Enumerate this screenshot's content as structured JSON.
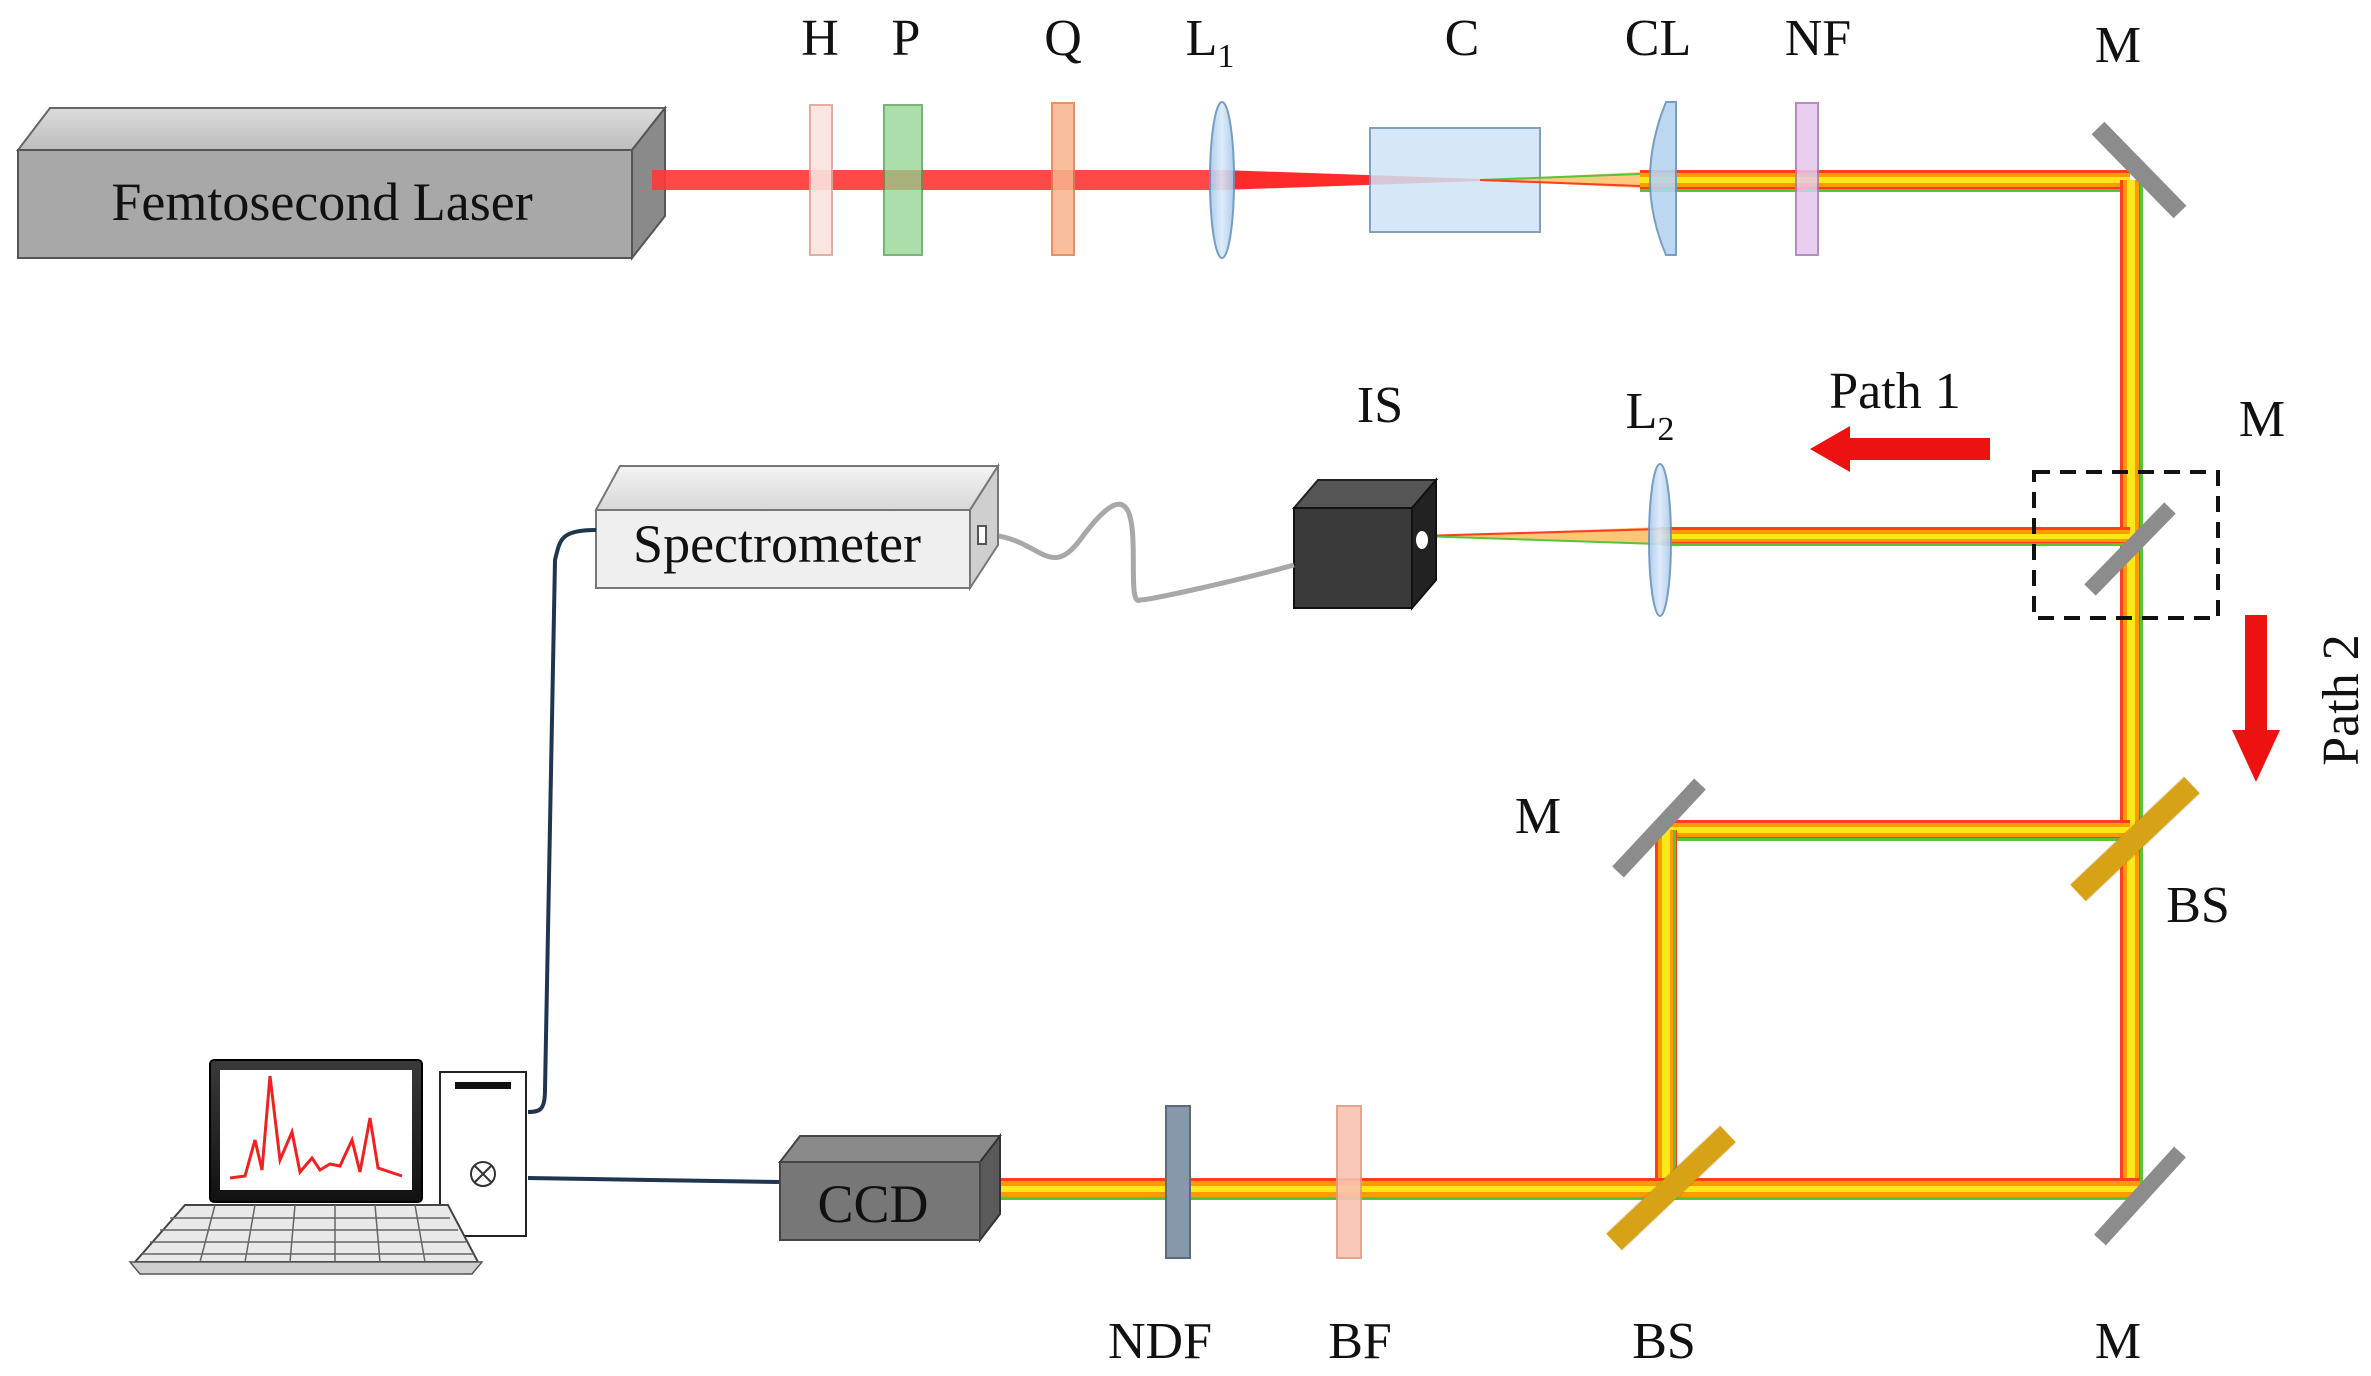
{
  "devices": {
    "laser": "Femtosecond Laser",
    "spectrometer": "Spectrometer",
    "ccd": "CCD"
  },
  "labels": {
    "h": "H",
    "p": "P",
    "q": "Q",
    "l1": "L",
    "l1_sub": "1",
    "c": "C",
    "cl": "CL",
    "nf": "NF",
    "m_top_right": "M",
    "m_flip": "M",
    "is": "IS",
    "l2": "L",
    "l2_sub": "2",
    "path1": "Path 1",
    "path2": "Path 2",
    "m_middle_left": "M",
    "bs_right": "BS",
    "bs_bottom": "BS",
    "m_bottom_right": "M",
    "ndf": "NDF",
    "bf": "BF"
  },
  "colors": {
    "laser_beam": "#ff3333",
    "beam_red": "#ff3d1f",
    "beam_orange": "#ff9a00",
    "beam_yellow": "#ffe81a",
    "beam_green": "#57c43a",
    "mirror": "#8c8c8c",
    "beamsplitter": "#f0b41a",
    "arrow": "#ee1111"
  }
}
